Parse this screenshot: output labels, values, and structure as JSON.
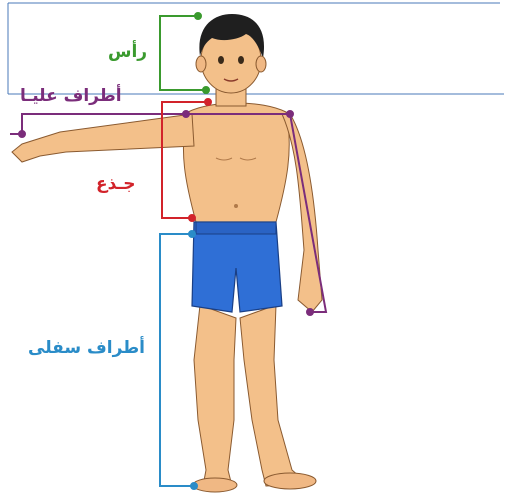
{
  "labels": {
    "head": "رأس",
    "upper_limbs": "أطراف عليـا",
    "trunk": "جـذع",
    "lower_limbs": "أطراف سفلى"
  },
  "colors": {
    "head": "#3a9a2e",
    "upper_limbs": "#7b2d7b",
    "trunk": "#d2232a",
    "lower_limbs": "#2a8cc8",
    "frame": "#4a78b8",
    "skin": "#f3c08a",
    "shorts": "#2f6fd6",
    "hair": "#1f1f1f"
  }
}
